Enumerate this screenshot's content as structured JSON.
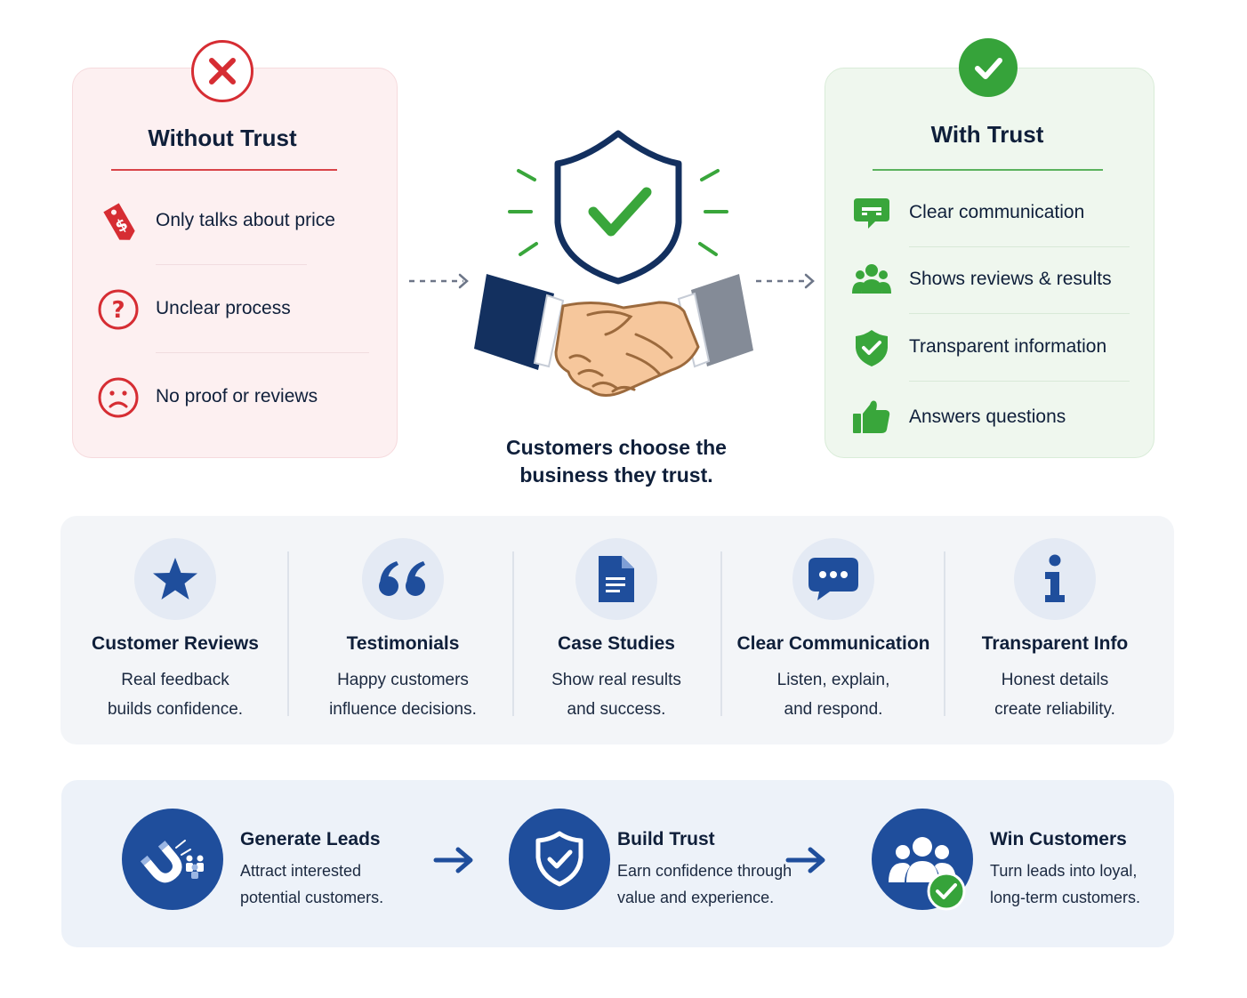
{
  "without_trust": {
    "title": "Without Trust",
    "items": [
      {
        "icon": "price-tag-icon",
        "label": "Only talks about price"
      },
      {
        "icon": "question-icon",
        "label": "Unclear process"
      },
      {
        "icon": "sad-face-icon",
        "label": "No proof or reviews"
      }
    ]
  },
  "with_trust": {
    "title": "With Trust",
    "items": [
      {
        "icon": "chat-bubble-icon",
        "label": "Clear communication"
      },
      {
        "icon": "people-icon",
        "label": "Shows reviews & results"
      },
      {
        "icon": "shield-check-icon",
        "label": "Transparent information"
      },
      {
        "icon": "thumbs-up-icon",
        "label": "Answers questions"
      }
    ]
  },
  "center": {
    "tagline_line1": "Customers choose the",
    "tagline_line2": "business they trust."
  },
  "methods": [
    {
      "icon": "star-icon",
      "title": "Customer Reviews",
      "line1": "Real feedback",
      "line2": "builds confidence."
    },
    {
      "icon": "quote-icon",
      "title": "Testimonials",
      "line1": "Happy customers",
      "line2": "influence decisions."
    },
    {
      "icon": "document-icon",
      "title": "Case Studies",
      "line1": "Show real results",
      "line2": "and success."
    },
    {
      "icon": "speech-bubble-icon",
      "title": "Clear Communication",
      "line1": "Listen, explain,",
      "line2": "and respond."
    },
    {
      "icon": "info-icon",
      "title": "Transparent Info",
      "line1": "Honest details",
      "line2": "create reliability."
    }
  ],
  "steps": [
    {
      "icon": "magnet-icon",
      "title": "Generate Leads",
      "line1": "Attract interested",
      "line2": "potential customers."
    },
    {
      "icon": "shield-check-icon",
      "title": "Build Trust",
      "line1": "Earn confidence through",
      "line2": "value and experience."
    },
    {
      "icon": "group-check-icon",
      "title": "Win Customers",
      "line1": "Turn leads into loyal,",
      "line2": "long-term customers."
    }
  ],
  "colors": {
    "negative": "#d62d33",
    "positive": "#36a33a",
    "navy": "#1f4e9c",
    "dark_text": "#0f1f3a"
  }
}
